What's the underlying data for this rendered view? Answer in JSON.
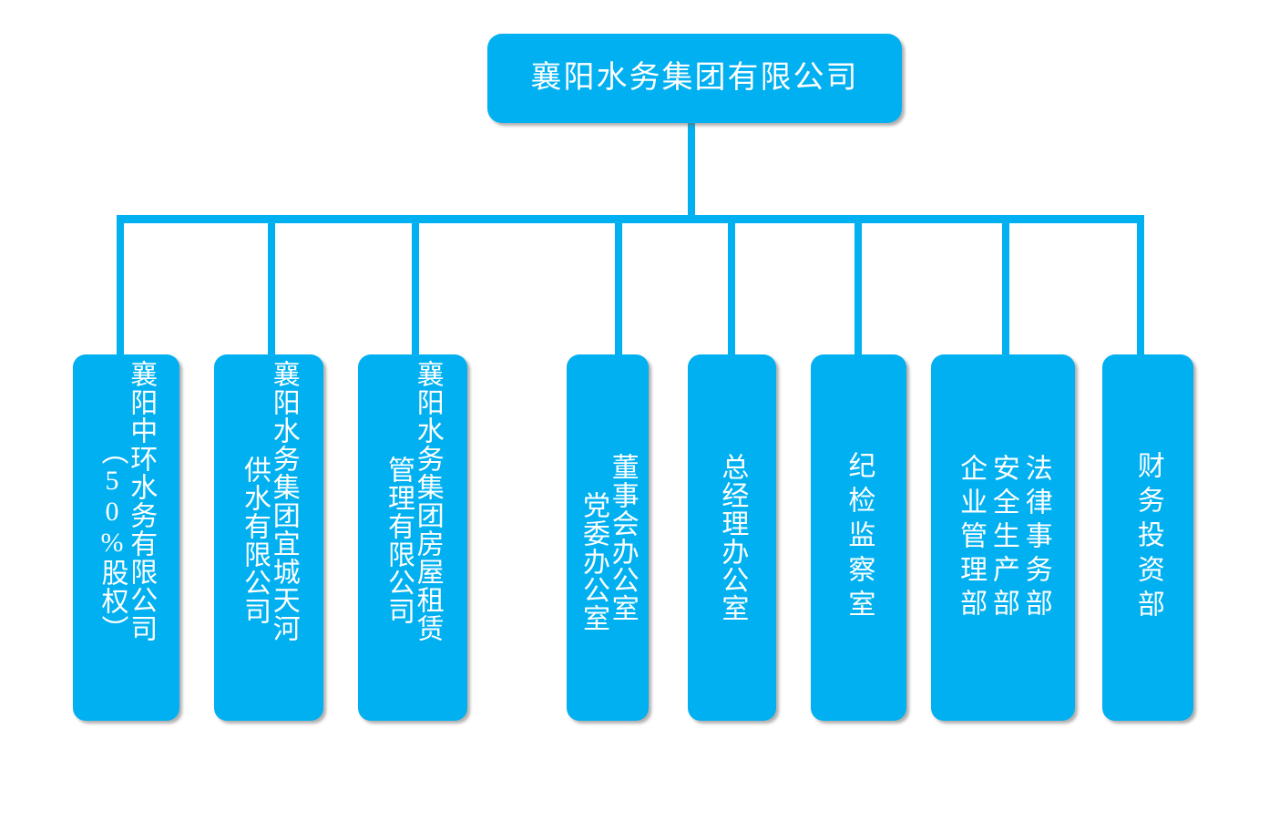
{
  "chart_data": {
    "type": "diagram",
    "diagram_type": "organization-chart",
    "title": "襄阳水务集团有限公司",
    "orientation": "top-down",
    "accent_color": "#00B0F0",
    "text_color": "#FFFFFF",
    "background_color": "#FFFFFF",
    "root": {
      "label": "襄阳水务集团有限公司",
      "text_direction": "horizontal"
    },
    "children": [
      {
        "id": "node-1",
        "text_direction": "vertical-rl",
        "columns": [
          "襄阳中环水务有限公司",
          "（50%股权）"
        ],
        "full_label": "襄阳中环水务有限公司（50%股权）"
      },
      {
        "id": "node-2",
        "text_direction": "vertical-rl",
        "columns": [
          "襄阳水务集团宜城天河",
          "供水有限公司"
        ],
        "full_label": "襄阳水务集团宜城天河供水有限公司"
      },
      {
        "id": "node-3",
        "text_direction": "vertical-rl",
        "columns": [
          "襄阳水务集团房屋租赁",
          "管理有限公司"
        ],
        "full_label": "襄阳水务集团房屋租赁管理有限公司"
      },
      {
        "id": "node-4",
        "text_direction": "vertical-rl",
        "columns": [
          "董事会办公室",
          "党委办公室"
        ],
        "full_label": "董事会办公室 党委办公室"
      },
      {
        "id": "node-5",
        "text_direction": "vertical-rl",
        "columns": [
          "总经理办公室"
        ],
        "full_label": "总经理办公室"
      },
      {
        "id": "node-6",
        "text_direction": "vertical-rl",
        "columns": [
          "纪检监察室"
        ],
        "full_label": "纪检监察室"
      },
      {
        "id": "node-7",
        "text_direction": "vertical-rl",
        "columns": [
          "法律事务部",
          "安全生产部",
          "企业管理部"
        ],
        "full_label": "法律事务部 安全生产部 企业管理部"
      },
      {
        "id": "node-8",
        "text_direction": "vertical-rl",
        "columns": [
          "财务投资部"
        ],
        "full_label": "财务投资部"
      }
    ]
  }
}
